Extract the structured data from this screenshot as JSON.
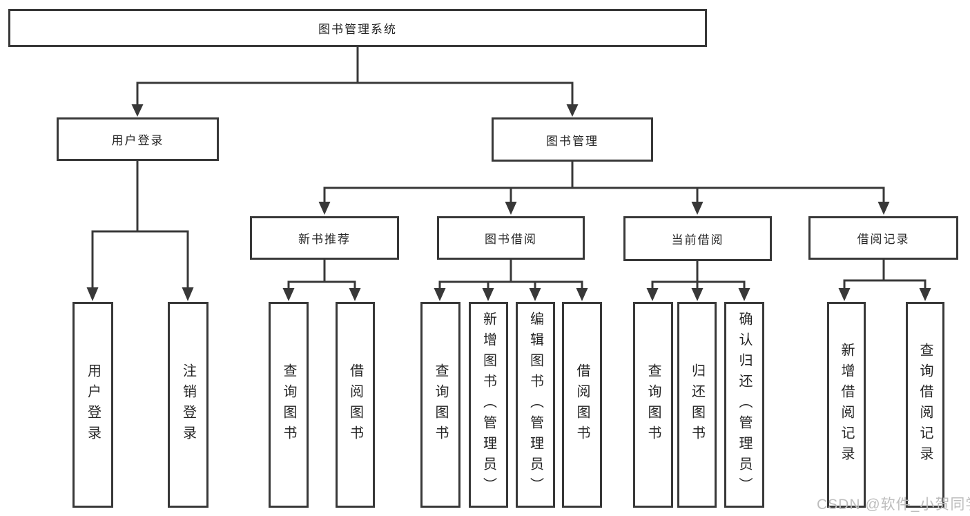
{
  "tree": {
    "label": "图书管理系统",
    "children": [
      {
        "label": "用户登录",
        "children": [
          {
            "label": "用户登录"
          },
          {
            "label": "注销登录"
          }
        ]
      },
      {
        "label": "图书管理",
        "children": [
          {
            "label": "新书推荐",
            "children": [
              {
                "label": "查询图书"
              },
              {
                "label": "借阅图书"
              }
            ]
          },
          {
            "label": "图书借阅",
            "children": [
              {
                "label": "查询图书"
              },
              {
                "label": "新增图书（管理员）"
              },
              {
                "label": "编辑图书（管理员）"
              },
              {
                "label": "借阅图书"
              }
            ]
          },
          {
            "label": "当前借阅",
            "children": [
              {
                "label": "查询图书"
              },
              {
                "label": "归还图书"
              },
              {
                "label": "确认归还（管理员）"
              }
            ]
          },
          {
            "label": "借阅记录",
            "children": [
              {
                "label": "新增借阅记录"
              },
              {
                "label": "查询借阅记录"
              }
            ]
          }
        ]
      }
    ]
  },
  "watermark": {
    "text": "CSDN @软件_小贺同学"
  },
  "colors": {
    "line": "#383838",
    "text": "#262626",
    "watermark": "#bdbdbd",
    "background": "#ffffff"
  }
}
